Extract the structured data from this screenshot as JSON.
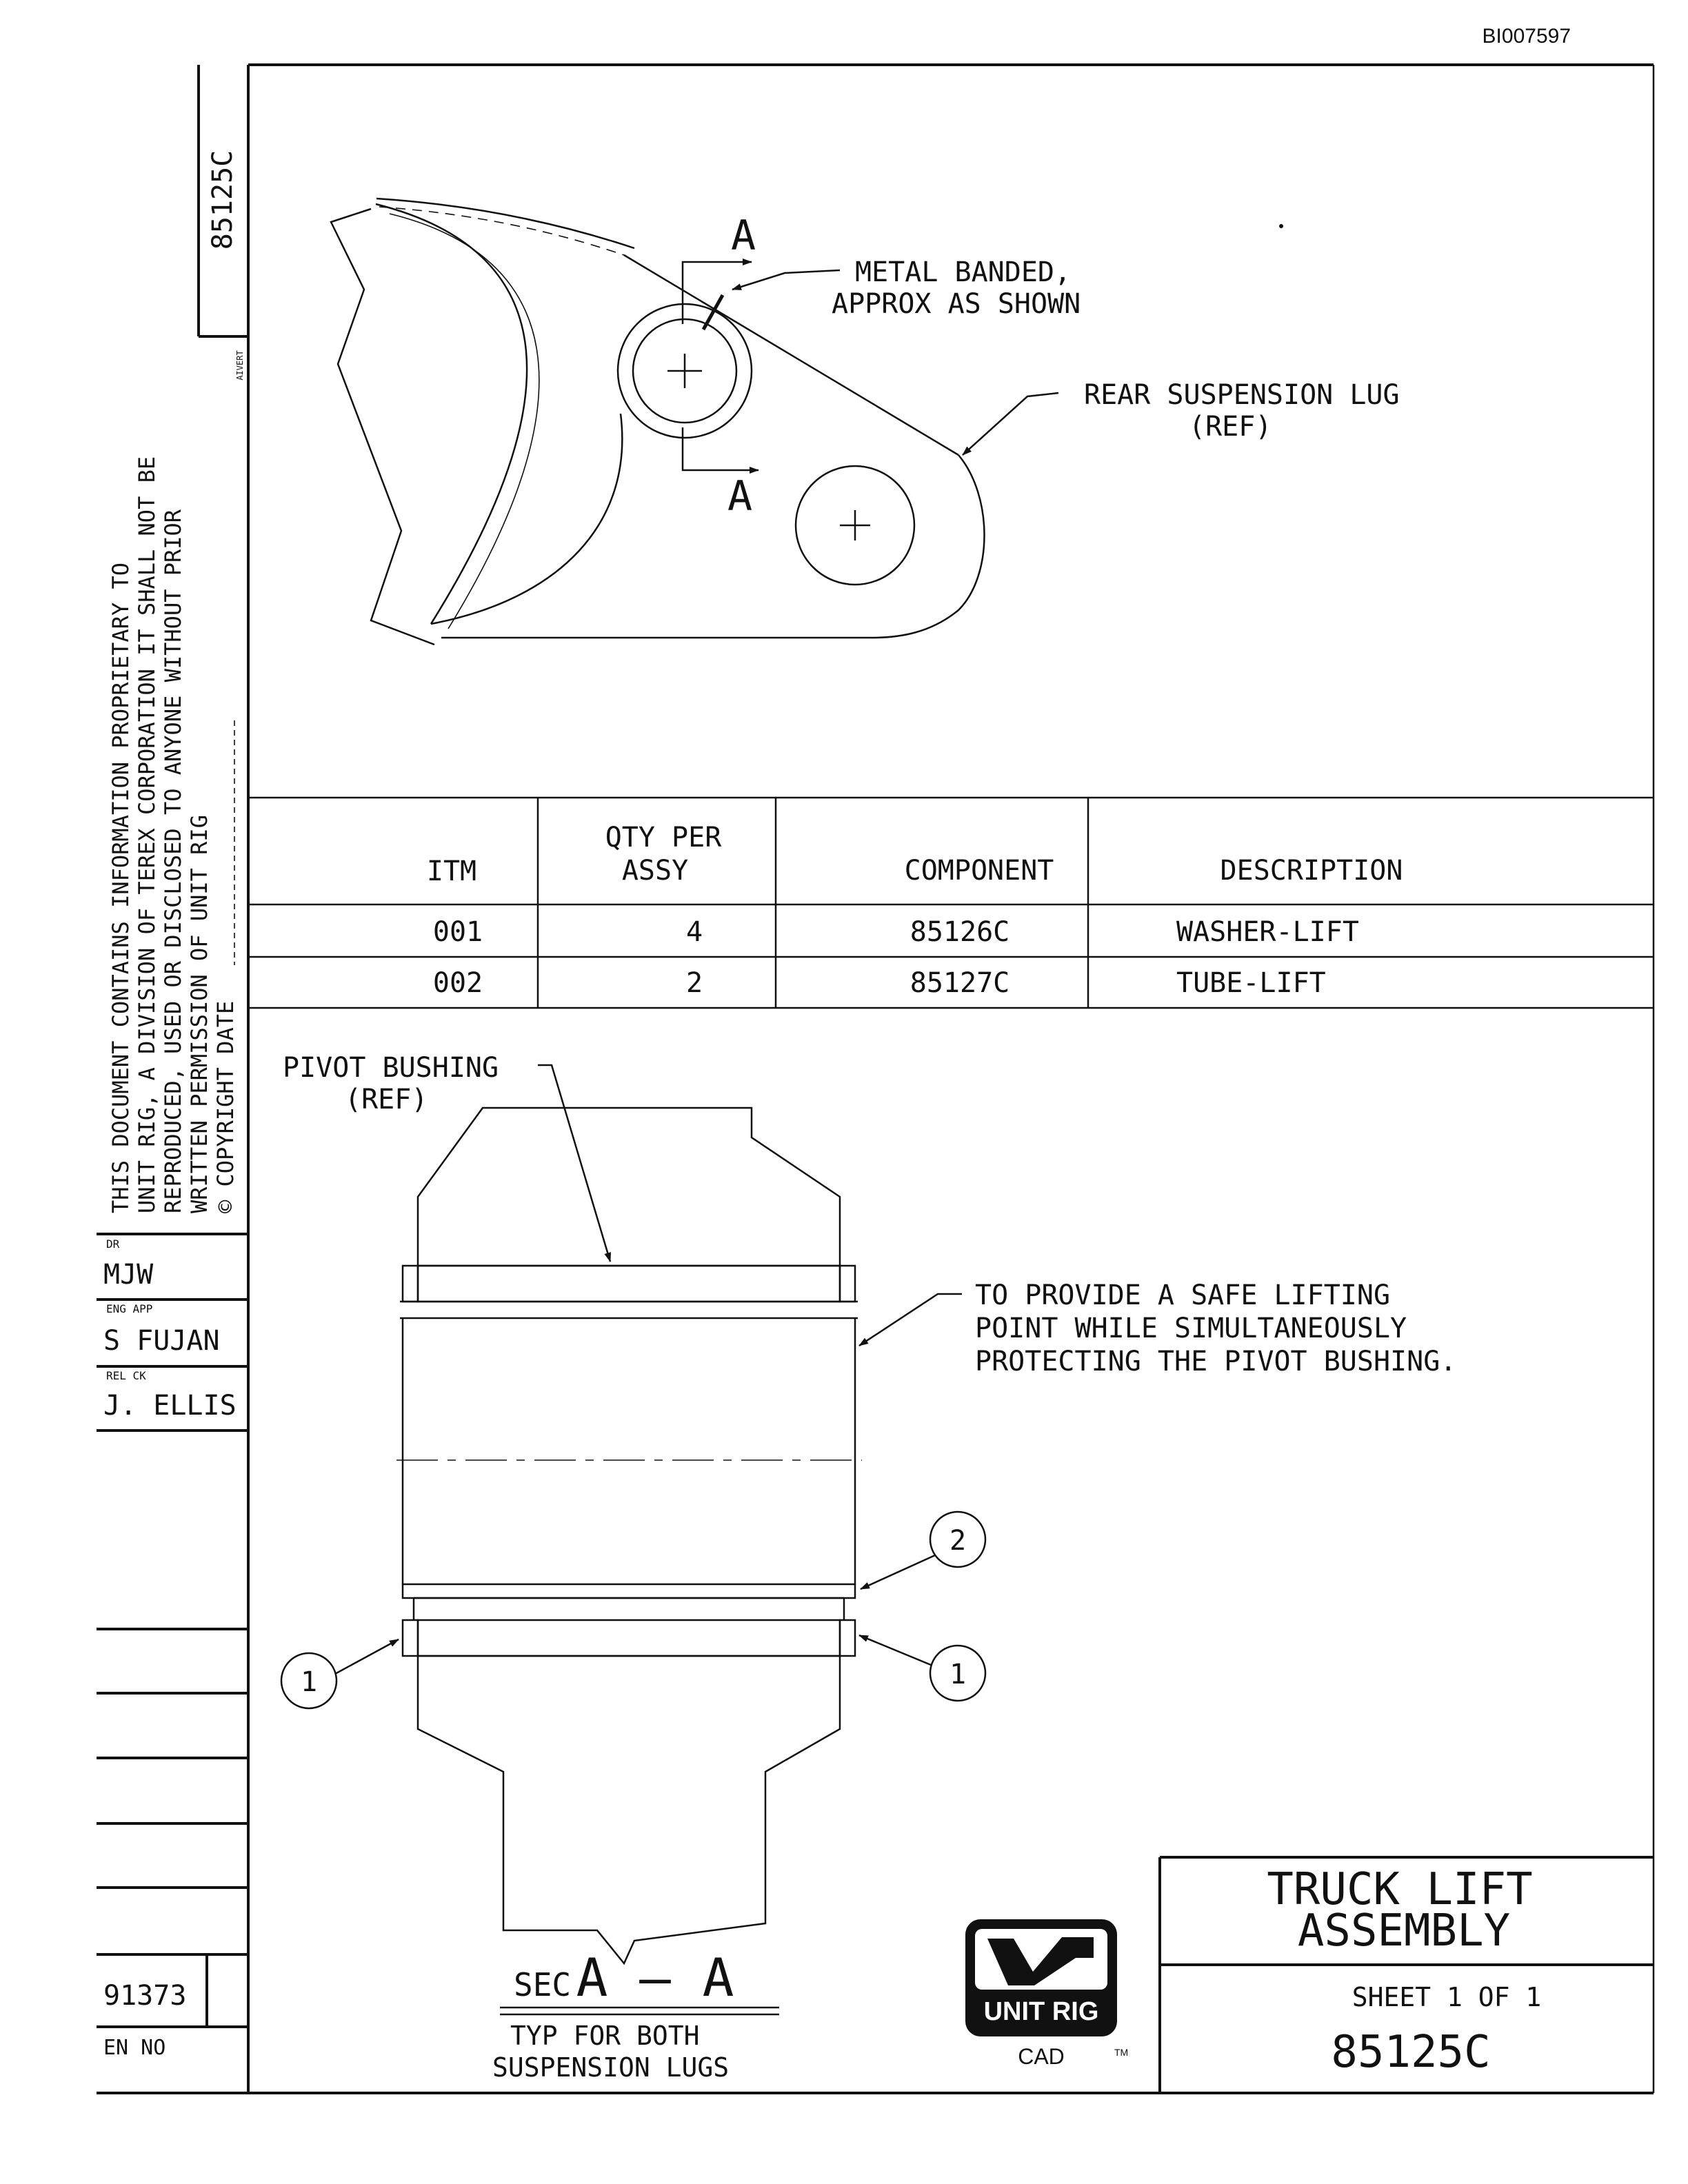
{
  "doc_id": "BI007597",
  "side_drawing_no": "85125C",
  "aivert": "AIVERT",
  "proprietary_notice": [
    "THIS DOCUMENT CONTAINS INFORMATION PROPRIETARY TO",
    "UNIT RIG, A DIVISION OF TEREX CORPORATION IT SHALL NOT BE",
    "REPRODUCED, USED OR DISCLOSED TO ANYONE WITHOUT PRIOR",
    "WRITTEN PERMISSION OF UNIT RIG",
    "© COPYRIGHT DATE"
  ],
  "title_block": {
    "dr_label": "DR",
    "dr_value": "MJW",
    "eng_app_label": "ENG APP",
    "eng_app_value": "S FUJAN",
    "rel_ck_label": "REL CK",
    "rel_ck_value": "J. ELLIS",
    "en_value": "91373",
    "en_label": "EN NO"
  },
  "top_view": {
    "section_marker": "A",
    "note_metal_banded": [
      "METAL BANDED,",
      "APPROX  AS SHOWN"
    ],
    "note_lug": [
      "REAR SUSPENSION LUG",
      "(REF)"
    ]
  },
  "parts_table": {
    "headers": {
      "itm": "ITM",
      "qty_line1": "QTY PER",
      "qty_line2": "ASSY",
      "component": "COMPONENT",
      "description": "DESCRIPTION"
    },
    "rows": [
      {
        "itm": "001",
        "qty": "4",
        "component": "85126C",
        "description": "WASHER-LIFT"
      },
      {
        "itm": "002",
        "qty": "2",
        "component": "85127C",
        "description": "TUBE-LIFT"
      }
    ]
  },
  "section_view": {
    "note_bushing": [
      "PIVOT BUSHING",
      "(REF)"
    ],
    "note_purpose": [
      "TO PROVIDE A SAFE LIFTING",
      "POINT WHILE SIMULTANEOUSLY",
      "PROTECTING THE PIVOT BUSHING."
    ],
    "balloon_1": "1",
    "balloon_2": "2",
    "sec_word": "SEC",
    "sec_label": "A — A",
    "caption": [
      "TYP FOR BOTH",
      "SUSPENSION LUGS"
    ]
  },
  "logo": {
    "text": "UNIT RIG",
    "cad": "CAD",
    "tm": "TM"
  },
  "title": {
    "name_line1": "TRUCK LIFT",
    "name_line2": "ASSEMBLY",
    "sheet": "SHEET  1  OF  1",
    "drawing_no": "85125C"
  }
}
